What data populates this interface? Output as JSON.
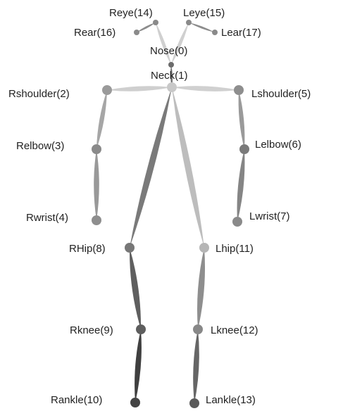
{
  "diagram": {
    "keypoints": [
      {
        "id": "nose",
        "label": "Nose(0)",
        "shade": "#6b6b6b"
      },
      {
        "id": "neck",
        "label": "Neck(1)",
        "shade": "#c8c8c8"
      },
      {
        "id": "rshoulder",
        "label": "Rshoulder(2)",
        "shade": "#9a9a9a"
      },
      {
        "id": "relbow",
        "label": "Relbow(3)",
        "shade": "#8a8a8a"
      },
      {
        "id": "rwrist",
        "label": "Rwrist(4)",
        "shade": "#8e8e8e"
      },
      {
        "id": "lshoulder",
        "label": "Lshoulder(5)",
        "shade": "#8e8e8e"
      },
      {
        "id": "lelbow",
        "label": "Lelbow(6)",
        "shade": "#7a7a7a"
      },
      {
        "id": "lwrist",
        "label": "Lwrist(7)",
        "shade": "#8a8a8a"
      },
      {
        "id": "rhip",
        "label": "RHip(8)",
        "shade": "#777777"
      },
      {
        "id": "rknee",
        "label": "Rknee(9)",
        "shade": "#5e5e5e"
      },
      {
        "id": "rankle",
        "label": "Rankle(10)",
        "shade": "#444444"
      },
      {
        "id": "lhip",
        "label": "Lhip(11)",
        "shade": "#b5b5b5"
      },
      {
        "id": "lknee",
        "label": "Lknee(12)",
        "shade": "#888888"
      },
      {
        "id": "lankle",
        "label": "Lankle(13)",
        "shade": "#5a5a5a"
      },
      {
        "id": "reye",
        "label": "Reye(14)",
        "shade": "#8a8a8a"
      },
      {
        "id": "leye",
        "label": "Leye(15)",
        "shade": "#8a8a8a"
      },
      {
        "id": "rear",
        "label": "Rear(16)",
        "shade": "#8a8a8a"
      },
      {
        "id": "lear",
        "label": "Lear(17)",
        "shade": "#8a8a8a"
      }
    ],
    "limbs": [
      {
        "from": "neck",
        "to": "nose",
        "shade": "#6e6e6e"
      },
      {
        "from": "nose",
        "to": "reye",
        "shade": "#d0d0d0"
      },
      {
        "from": "nose",
        "to": "leye",
        "shade": "#d0d0d0"
      },
      {
        "from": "reye",
        "to": "rear",
        "shade": "#8c8c8c"
      },
      {
        "from": "leye",
        "to": "lear",
        "shade": "#8c8c8c"
      },
      {
        "from": "neck",
        "to": "rshoulder",
        "shade": "#cfcfcf"
      },
      {
        "from": "neck",
        "to": "lshoulder",
        "shade": "#d0d0d0"
      },
      {
        "from": "rshoulder",
        "to": "relbow",
        "shade": "#a6a6a6"
      },
      {
        "from": "relbow",
        "to": "rwrist",
        "shade": "#999999"
      },
      {
        "from": "lshoulder",
        "to": "lelbow",
        "shade": "#9a9a9a"
      },
      {
        "from": "lelbow",
        "to": "lwrist",
        "shade": "#858585"
      },
      {
        "from": "neck",
        "to": "rhip",
        "shade": "#7a7a7a"
      },
      {
        "from": "neck",
        "to": "lhip",
        "shade": "#bdbdbd"
      },
      {
        "from": "rhip",
        "to": "rknee",
        "shade": "#5f5f5f"
      },
      {
        "from": "rknee",
        "to": "rankle",
        "shade": "#3f3f3f"
      },
      {
        "from": "lhip",
        "to": "lknee",
        "shade": "#8e8e8e"
      },
      {
        "from": "lknee",
        "to": "lankle",
        "shade": "#666666"
      }
    ]
  }
}
